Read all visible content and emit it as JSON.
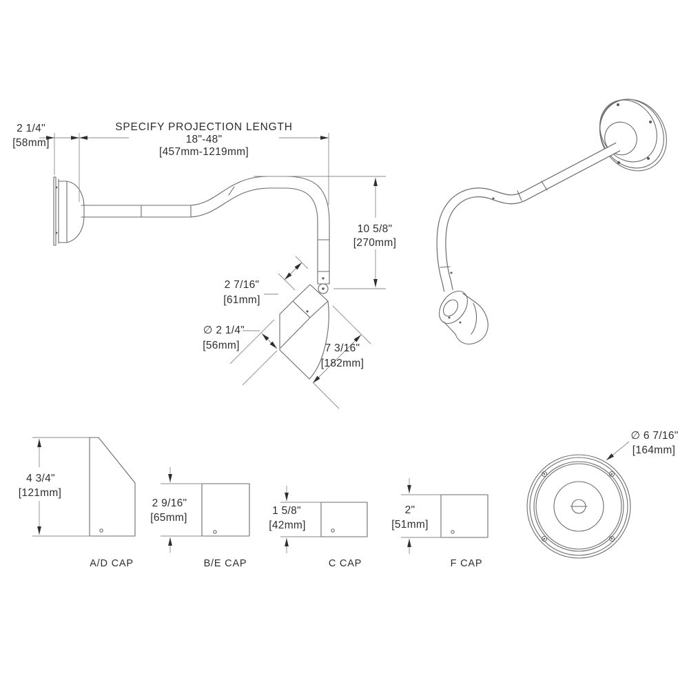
{
  "projection": {
    "title": "SPECIFY PROJECTION LENGTH",
    "range_in": "18\"-48\"",
    "range_mm": "[457mm-1219mm]"
  },
  "dims": {
    "backplate": {
      "in": "2 1/4\"",
      "mm": "[58mm]"
    },
    "drop": {
      "in": "10 5/8\"",
      "mm": "[270mm]"
    },
    "cap_len": {
      "in": "2 7/16\"",
      "mm": "[61mm]"
    },
    "shade_dia": {
      "in": "∅ 2 1/4\"",
      "mm": "[56mm]"
    },
    "shade_len": {
      "in": "7 3/16\"",
      "mm": "[182mm]"
    },
    "plate_dia": {
      "in": "∅ 6 7/16\"",
      "mm": "[164mm]"
    }
  },
  "caps": [
    {
      "name": "A/D CAP",
      "in": "4 3/4\"",
      "mm": "[121mm]"
    },
    {
      "name": "B/E CAP",
      "in": "2 9/16\"",
      "mm": "[65mm]"
    },
    {
      "name": "C CAP",
      "in": "1 5/8\"",
      "mm": "[42mm]"
    },
    {
      "name": "F CAP",
      "in": "2\"",
      "mm": "[51mm]"
    }
  ],
  "colors": {
    "line": "#6a6a6a",
    "dim_line": "#8a8a8a",
    "text": "#2e2e2e",
    "background": "#ffffff"
  }
}
